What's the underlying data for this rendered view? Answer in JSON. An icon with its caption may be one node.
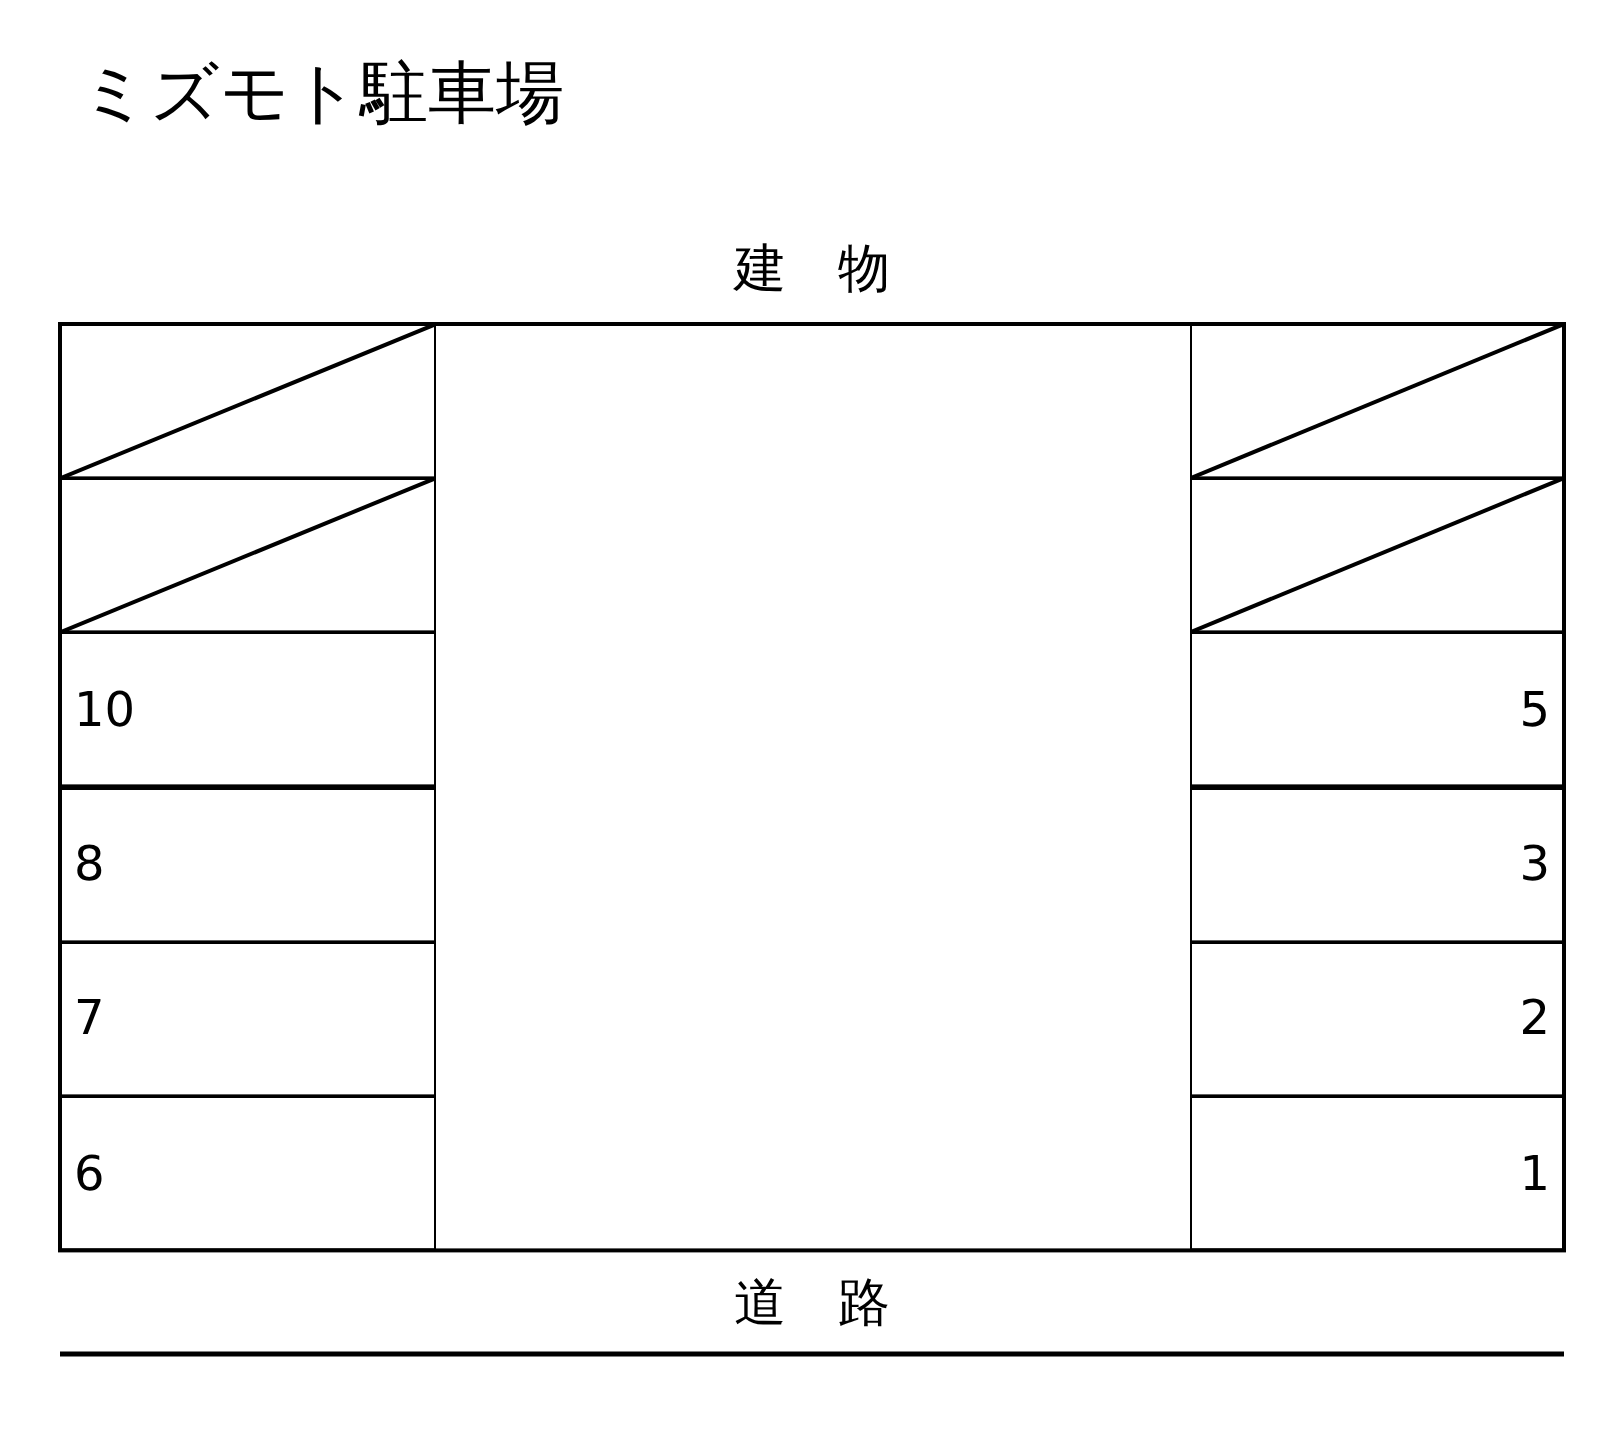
{
  "diagram": {
    "title": "ミズモト駐車場",
    "nodes": [
      {
        "text": [],
        "shape": "box"
      },
      {
        "text": [],
        "shape": "box"
      },
      {
        "text": [],
        "shape": "box"
      },
      {
        "text": [],
        "shape": "box"
      },
      {
        "text": [
          "10"
        ]
      },
      {
        "text": [
          "5"
        ]
      },
      {
        "text": [
          "8"
        ]
      },
      {
        "text": [
          "3"
        ]
      },
      {
        "text": [
          "7"
        ]
      },
      {
        "text": [
          "2"
        ]
      },
      {
        "text": [
          "6"
        ]
      },
      {
        "text": [
          "1"
        ]
      }
    ],
    "edges": [],
    "labels": [
      "建　物",
      "道　路"
    ]
  }
}
